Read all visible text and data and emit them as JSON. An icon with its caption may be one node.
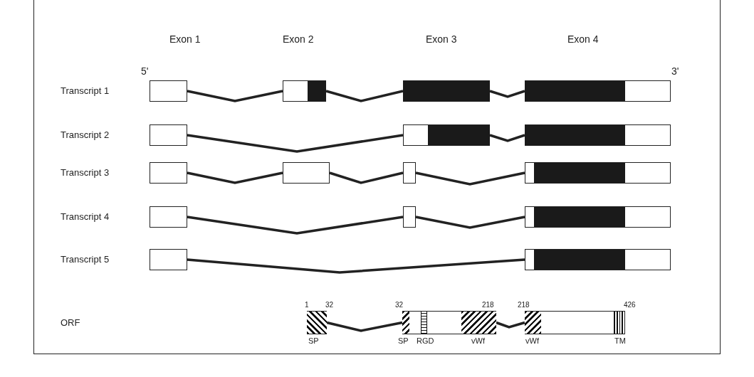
{
  "diagram": {
    "nodes": [
      {
        "text": [],
        "shape": "box"
      },
      {
        "text": [],
        "shape": "box"
      },
      {
        "text": [],
        "shape": "box"
      },
      {
        "text": [],
        "shape": "box"
      },
      {
        "text": [],
        "shape": "box"
      },
      {
        "text": [],
        "shape": "box"
      },
      {
        "text": [],
        "shape": "box"
      },
      {
        "text": [],
        "shape": "box"
      },
      {
        "text": [],
        "shape": "box"
      },
      {
        "text": [],
        "shape": "box"
      },
      {
        "text": [],
        "shape": "box"
      },
      {
        "text": [],
        "shape": "box"
      },
      {
        "text": [],
        "shape": "box"
      },
      {
        "text": [],
        "shape": "box"
      },
      {
        "text": [],
        "shape": "box"
      },
      {
        "text": [],
        "shape": "box"
      },
      {
        "text": [],
        "shape": "box",
        "beside": [
          "1",
          "32",
          "SP"
        ]
      },
      {
        "text": [],
        "shape": "box",
        "beside": [
          "32",
          "218",
          "SP",
          "RGD",
          "vWf"
        ]
      },
      {
        "text": [],
        "shape": "box",
        "beside": [
          "218",
          "426",
          "vWf",
          "TM"
        ]
      }
    ],
    "edges": [
      {
        "from": 0,
        "to": 1,
        "arrow": "none"
      },
      {
        "from": 1,
        "to": 2,
        "arrow": "none"
      },
      {
        "from": 2,
        "to": 3,
        "arrow": "none"
      },
      {
        "from": 4,
        "to": 5,
        "arrow": "none"
      },
      {
        "from": 5,
        "to": 6,
        "arrow": "none"
      },
      {
        "from": 7,
        "to": 8,
        "arrow": "none"
      },
      {
        "from": 8,
        "to": 9,
        "arrow": "none"
      },
      {
        "from": 9,
        "to": 10,
        "arrow": "none"
      },
      {
        "from": 11,
        "to": 12,
        "arrow": "none"
      },
      {
        "from": 12,
        "to": 13,
        "arrow": "none"
      },
      {
        "from": 14,
        "to": 15,
        "arrow": "none"
      },
      {
        "from": 16,
        "to": 17,
        "arrow": "none"
      },
      {
        "from": 17,
        "to": 18,
        "arrow": "none"
      }
    ],
    "labels": [
      "Exon 1",
      "Exon 2",
      "Exon 3",
      "Exon 4",
      "5'",
      "3'",
      "Transcript 1",
      "Transcript 2",
      "Transcript 3",
      "Transcript 4",
      "Transcript 5",
      "ORF"
    ]
  }
}
